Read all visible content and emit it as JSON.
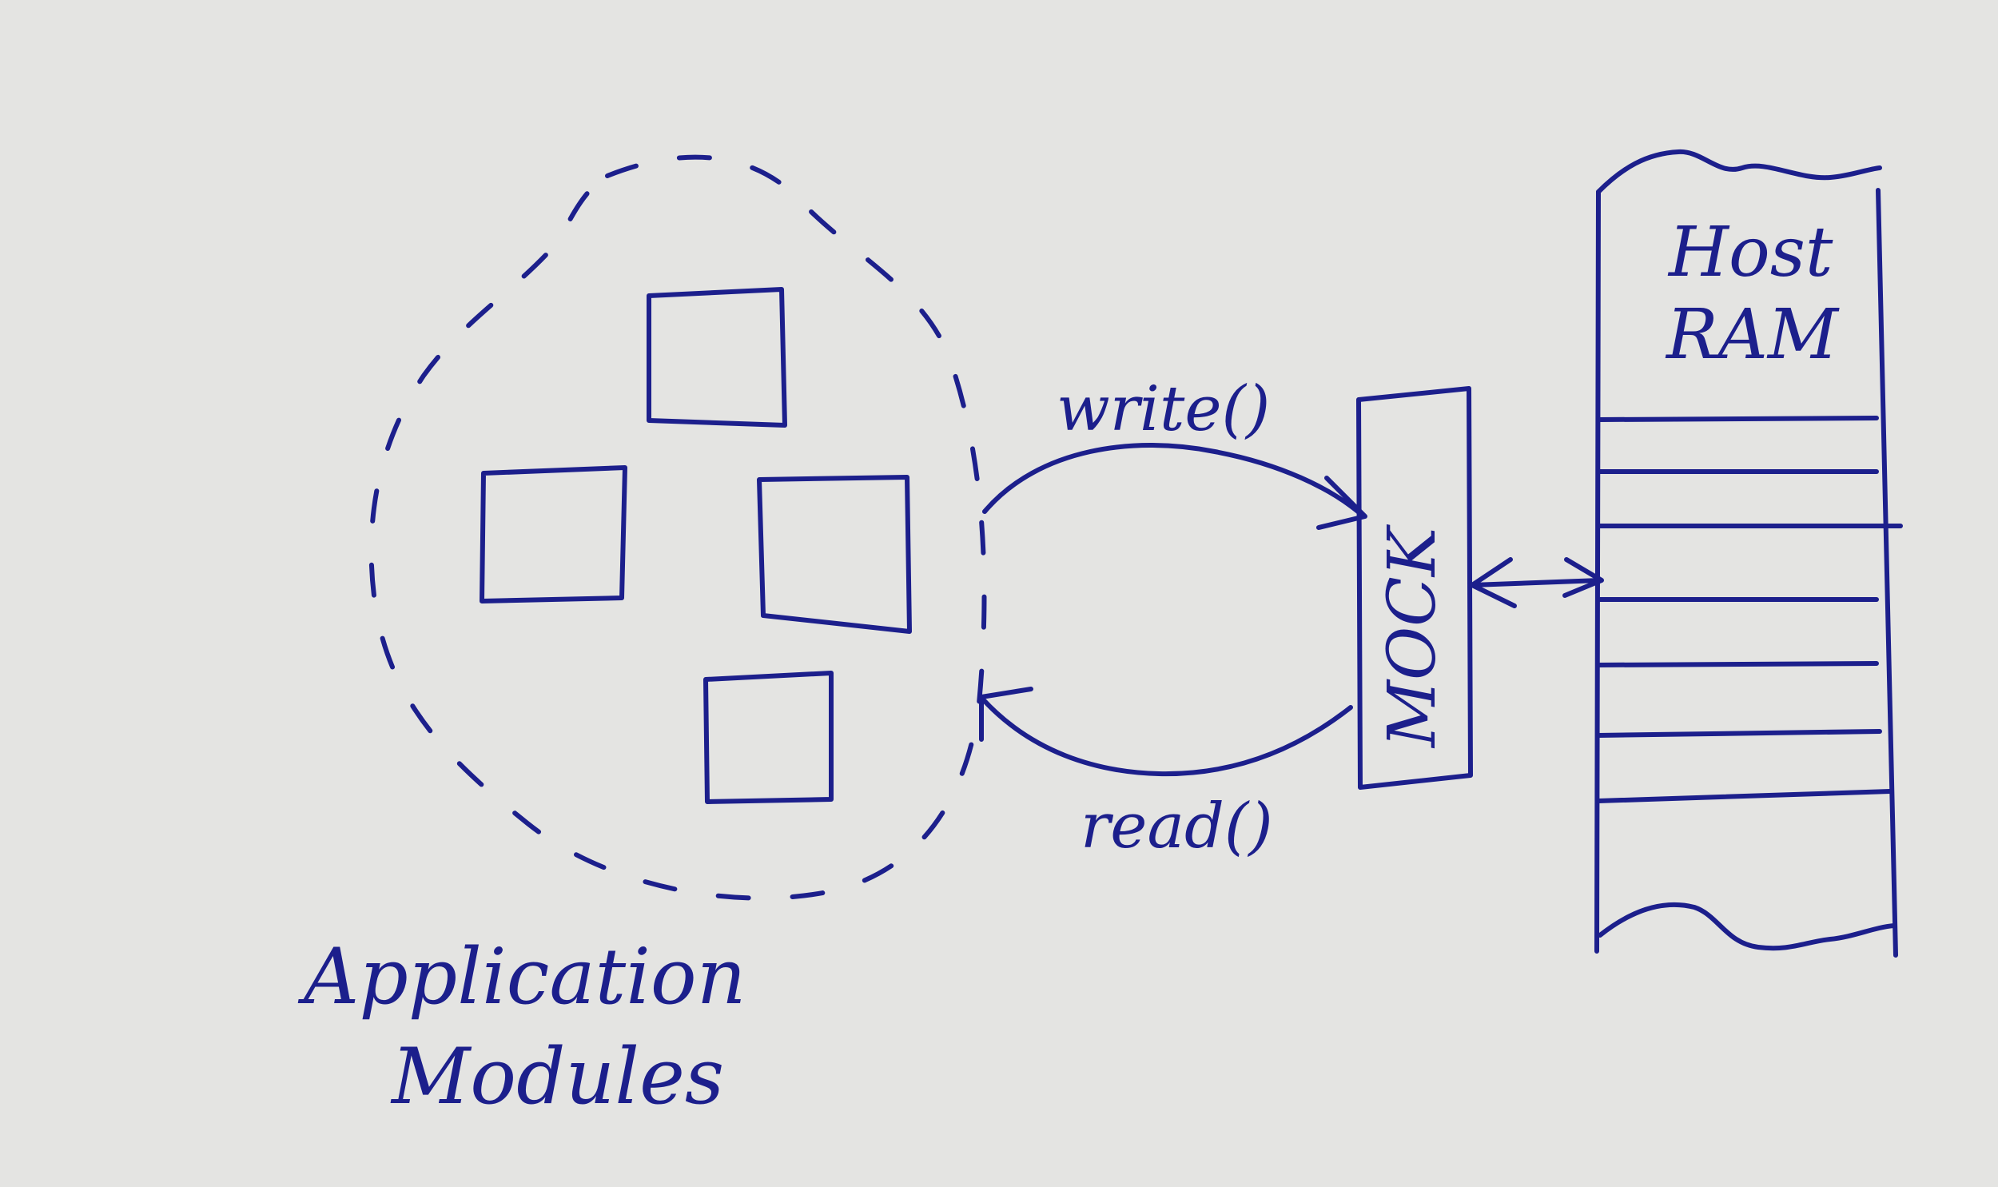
{
  "diagram": {
    "application_label": "Application",
    "modules_label": "Modules",
    "write_label": "write()",
    "read_label": "read()",
    "mock_label": "MOCK",
    "host_label": "Host",
    "ram_label": "RAM"
  },
  "colors": {
    "ink": "#1c1f8c",
    "paper": "#e4e4e2"
  }
}
